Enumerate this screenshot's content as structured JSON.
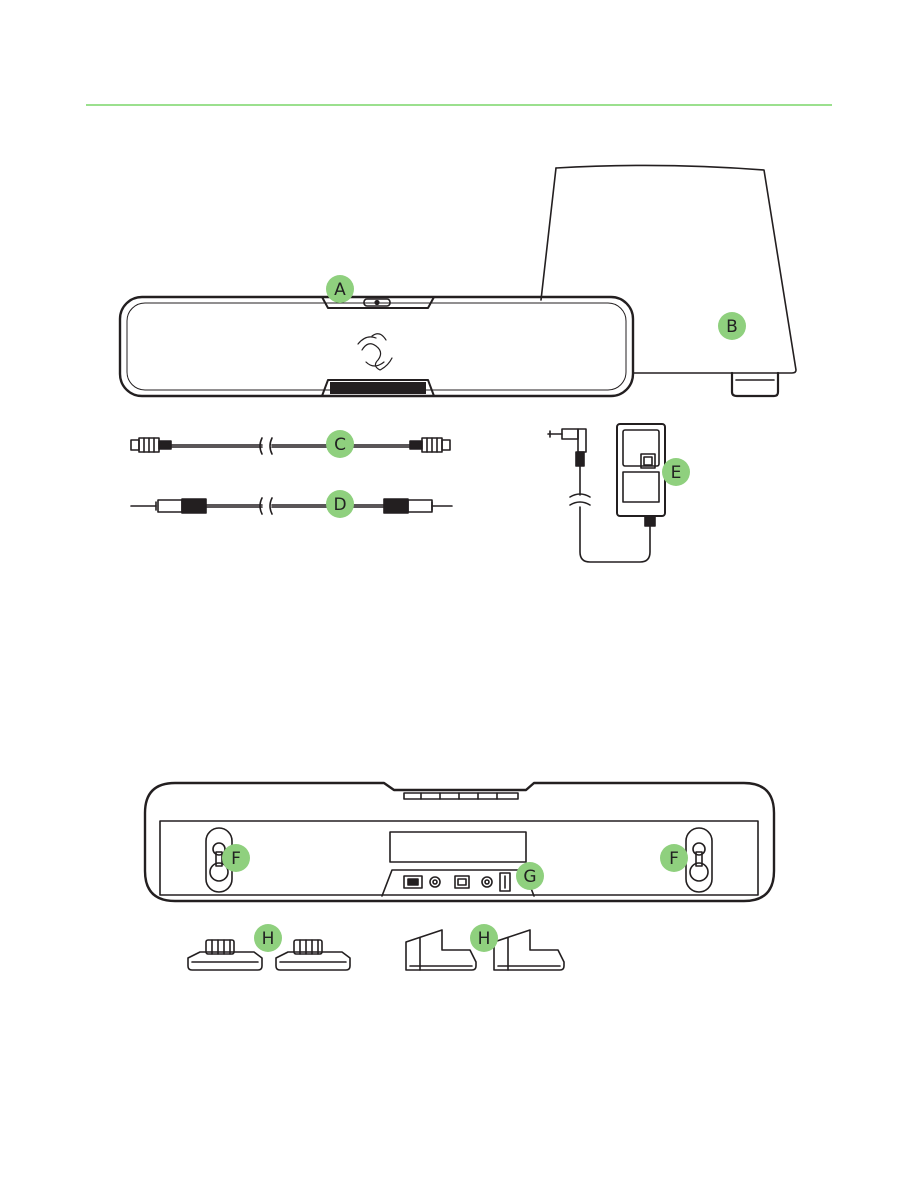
{
  "colors": {
    "accent": "#8fd07e",
    "rule": "#9be08e",
    "line": "#231f20"
  },
  "callouts": {
    "A": "A",
    "B": "B",
    "C": "C",
    "D": "D",
    "E": "E",
    "F_left": "F",
    "F_right": "F",
    "G": "G",
    "H_left": "H",
    "H_right": "H"
  },
  "icons": {
    "soundbar_front": "soundbar-front-illustration",
    "subwoofer": "subwoofer-illustration",
    "optical_cable": "optical-cable-illustration",
    "aux_cable": "aux-cable-illustration",
    "power_adapter": "power-adapter-illustration",
    "soundbar_rear": "soundbar-rear-illustration",
    "feet": "rubber-feet-illustration",
    "logo": "razer-logo-icon"
  }
}
